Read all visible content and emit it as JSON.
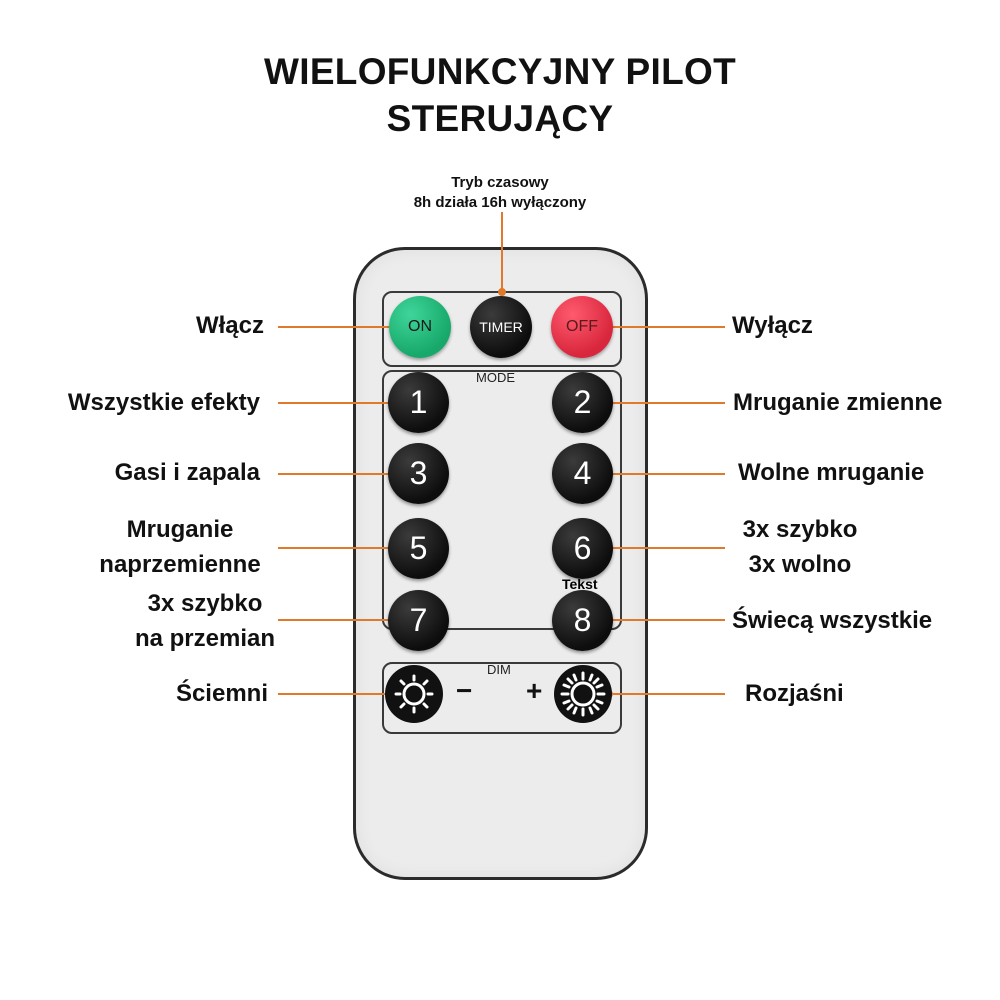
{
  "title": {
    "line1": "WIELOFUNKCYJNY PILOT",
    "line2": "STERUJĄCY"
  },
  "timer_note": {
    "line1": "Tryb czasowy",
    "line2": "8h działa 16h wyłączony"
  },
  "remote": {
    "on_label": "ON",
    "timer_label": "TIMER",
    "off_label": "OFF",
    "mode_label": "MODE",
    "dim_label": "DIM",
    "minus": "−",
    "plus": "+",
    "keys": [
      "1",
      "2",
      "3",
      "4",
      "5",
      "6",
      "7",
      "8"
    ],
    "tekst_note": "Tekst"
  },
  "labels": {
    "on": "Włącz",
    "off": "Wyłącz",
    "k1": "Wszystkie efekty",
    "k2": "Mruganie zmienne",
    "k3": "Gasi i zapala",
    "k4": "Wolne mruganie",
    "k5_line1": "Mruganie",
    "k5_line2": "naprzemienne",
    "k6_line1": "3x szybko",
    "k6_line2": "3x wolno",
    "k7_line1": "3x szybko",
    "k7_line2": "na przemian",
    "k8": "Świecą wszystkie",
    "dim_down": "Ściemni",
    "dim_up": "Rozjaśni"
  },
  "colors": {
    "leader_line": "#e07a2a",
    "on_button": "#1fb878",
    "off_button": "#e8334a",
    "button_dark": "#111111"
  },
  "icons": {
    "dim_down": "sun-small-icon",
    "dim_up": "sun-large-icon"
  }
}
